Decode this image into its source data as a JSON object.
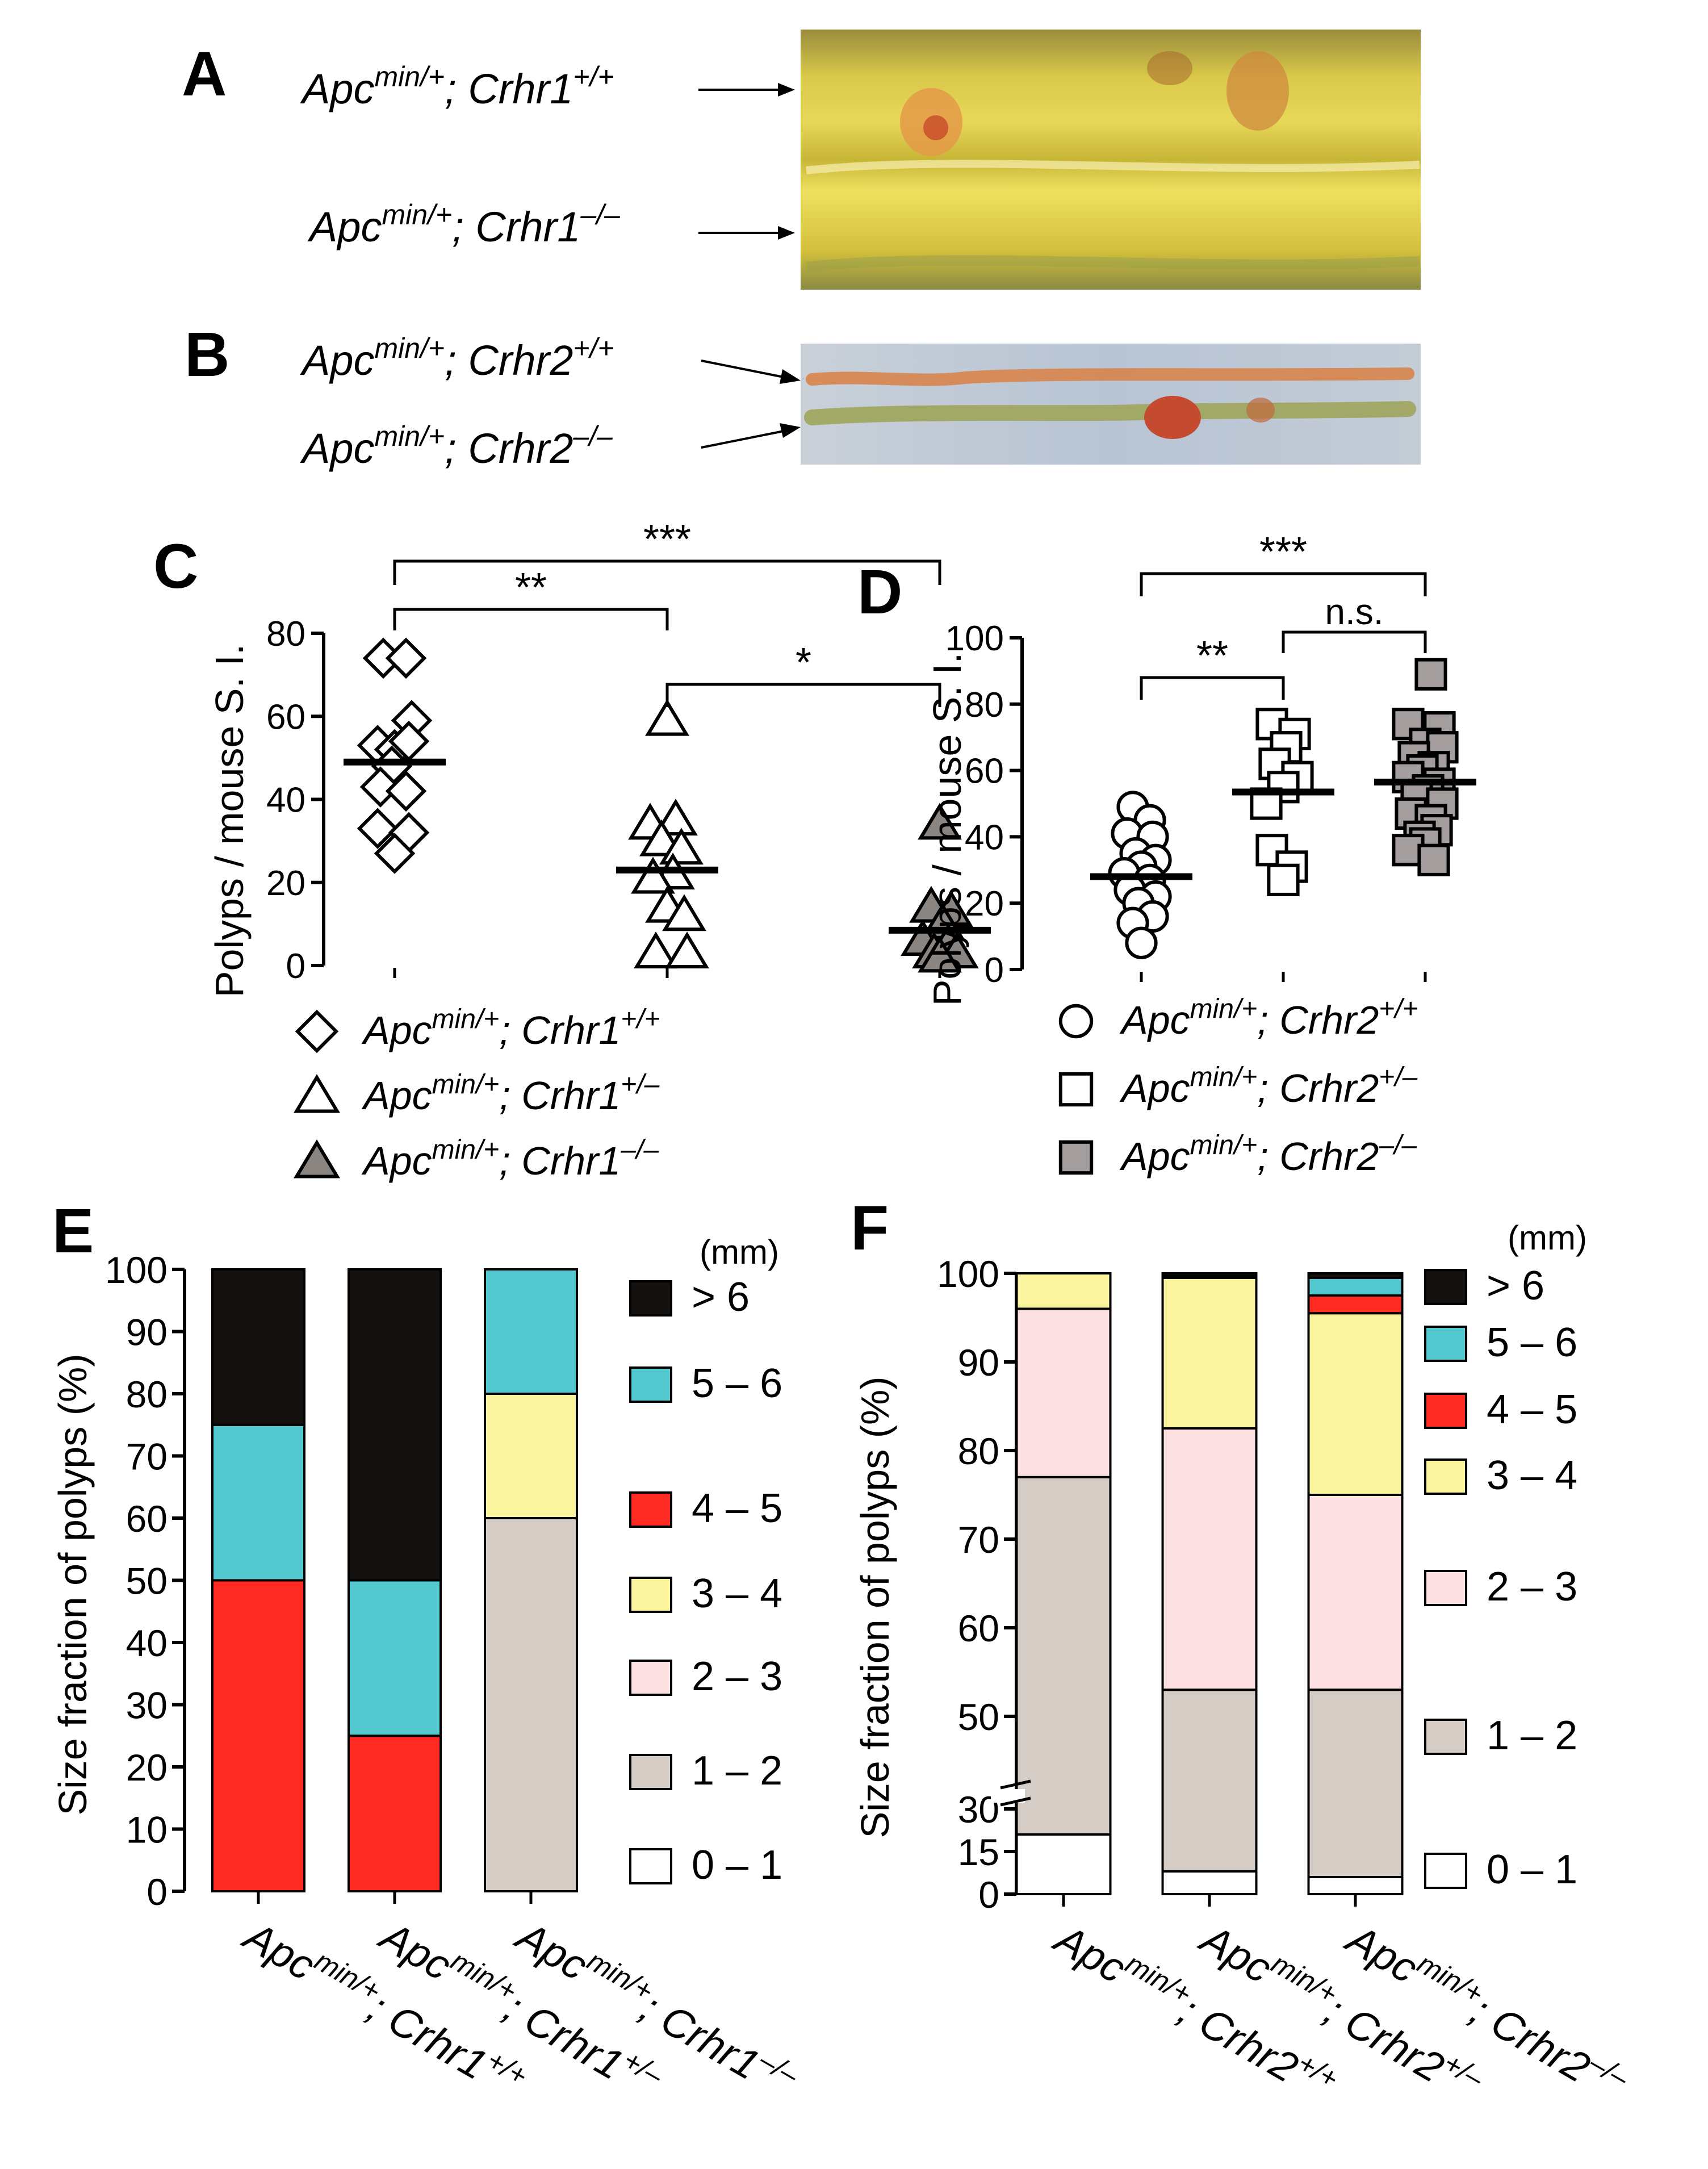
{
  "panels": {
    "A": {
      "letter": "A",
      "labels": [
        {
          "base": "Apc",
          "sup1": "min/+",
          "sep": "; ",
          "gene": "Crhr1",
          "sup2": "+/+"
        },
        {
          "base": "Apc",
          "sup1": "min/+",
          "sep": "; ",
          "gene": "Crhr1",
          "sup2": "–/–"
        }
      ]
    },
    "B": {
      "letter": "B",
      "labels": [
        {
          "base": "Apc",
          "sup1": "min/+",
          "sep": "; ",
          "gene": "Crhr2",
          "sup2": "+/+"
        },
        {
          "base": "Apc",
          "sup1": "min/+",
          "sep": "; ",
          "gene": "Crhr2",
          "sup2": "–/–"
        }
      ]
    }
  },
  "chart_data": [
    {
      "panel": "C",
      "type": "scatter",
      "ylabel": "Polyps / mouse S. I.",
      "ylim": [
        0,
        80
      ],
      "yticks": [
        0,
        20,
        40,
        60,
        80
      ],
      "groups": [
        {
          "name": "Apc min/+; Crhr1 +/+",
          "legend": {
            "base": "Apc",
            "sup1": "min/+",
            "sep": "; ",
            "gene": "Crhr1",
            "sup2": "+/+"
          },
          "marker": "diamond",
          "fill": "#ffffff",
          "points": [
            [
              -0.2,
              74
            ],
            [
              0.2,
              74
            ],
            [
              0.3,
              59
            ],
            [
              -0.3,
              53
            ],
            [
              0,
              52
            ],
            [
              0.25,
              54
            ],
            [
              -0.05,
              48
            ],
            [
              -0.25,
              43
            ],
            [
              0.2,
              42
            ],
            [
              -0.3,
              33
            ],
            [
              0.25,
              32
            ],
            [
              0,
              27
            ]
          ],
          "mean": 49
        },
        {
          "name": "Apc min/+; Crhr1 +/–",
          "legend": {
            "base": "Apc",
            "sup1": "min/+",
            "sep": "; ",
            "gene": "Crhr1",
            "sup2": "+/–"
          },
          "marker": "triangle",
          "fill": "#ffffff",
          "points": [
            [
              0,
              59
            ],
            [
              -0.3,
              34
            ],
            [
              0.15,
              35
            ],
            [
              -0.1,
              30
            ],
            [
              0.25,
              28
            ],
            [
              0.1,
              22
            ],
            [
              -0.25,
              21
            ],
            [
              0,
              14
            ],
            [
              0.3,
              12
            ],
            [
              -0.2,
              3
            ],
            [
              0.35,
              3
            ]
          ],
          "mean": 23
        },
        {
          "name": "Apc min/+; Crhr1 –/–",
          "legend": {
            "base": "Apc",
            "sup1": "min/+",
            "sep": "; ",
            "gene": "Crhr1",
            "sup2": "–/–"
          },
          "marker": "triangle",
          "fill": "#8a8580",
          "points": [
            [
              0,
              34
            ],
            [
              -0.15,
              14
            ],
            [
              0.2,
              13
            ],
            [
              0.05,
              10
            ],
            [
              -0.3,
              6
            ],
            [
              0.15,
              5
            ],
            [
              -0.1,
              3
            ],
            [
              0.3,
              3
            ],
            [
              0,
              2
            ]
          ],
          "mean": 8.5
        }
      ],
      "significance": [
        {
          "from": 0,
          "to": 1,
          "label": "**"
        },
        {
          "from": 0,
          "to": 2,
          "label": "***"
        },
        {
          "from": 1,
          "to": 2,
          "label": "*"
        }
      ]
    },
    {
      "panel": "D",
      "type": "scatter",
      "ylabel": "Polyps / mouse S. I.",
      "ylim": [
        0,
        100
      ],
      "yticks": [
        0,
        20,
        40,
        60,
        80,
        100
      ],
      "groups": [
        {
          "name": "Apc min/+; Crhr2 +/+",
          "legend": {
            "base": "Apc",
            "sup1": "min/+",
            "sep": "; ",
            "gene": "Crhr2",
            "sup2": "+/+"
          },
          "marker": "circle",
          "fill": "#ffffff",
          "points": [
            [
              -0.15,
              49
            ],
            [
              0.15,
              45
            ],
            [
              -0.25,
              41
            ],
            [
              0.2,
              40
            ],
            [
              -0.1,
              35
            ],
            [
              0.25,
              33
            ],
            [
              0,
              31
            ],
            [
              -0.3,
              29
            ],
            [
              0.15,
              27
            ],
            [
              -0.2,
              24
            ],
            [
              0.25,
              22
            ],
            [
              -0.05,
              20
            ],
            [
              0.2,
              16
            ],
            [
              -0.15,
              14
            ],
            [
              0,
              8
            ]
          ],
          "mean": 28
        },
        {
          "name": "Apc min/+; Crhr2 +/–",
          "legend": {
            "base": "Apc",
            "sup1": "min/+",
            "sep": "; ",
            "gene": "Crhr2",
            "sup2": "+/–"
          },
          "marker": "square",
          "fill": "#ffffff",
          "points": [
            [
              -0.2,
              74
            ],
            [
              0.2,
              71
            ],
            [
              0.05,
              67
            ],
            [
              -0.15,
              62
            ],
            [
              0.25,
              58
            ],
            [
              0,
              55
            ],
            [
              -0.3,
              50
            ],
            [
              -0.2,
              36
            ],
            [
              0.15,
              31
            ],
            [
              0,
              27
            ]
          ],
          "mean": 53.5
        },
        {
          "name": "Apc min/+; Crhr2 –/–",
          "legend": {
            "base": "Apc",
            "sup1": "min/+",
            "sep": "; ",
            "gene": "Crhr2",
            "sup2": "–/–"
          },
          "marker": "square",
          "fill": "#a39d9d",
          "points": [
            [
              0.1,
              89
            ],
            [
              -0.3,
              74
            ],
            [
              0.25,
              73
            ],
            [
              0,
              68
            ],
            [
              0.3,
              67
            ],
            [
              -0.2,
              64
            ],
            [
              0.15,
              61
            ],
            [
              -0.05,
              60
            ],
            [
              -0.3,
              58
            ],
            [
              0.25,
              56
            ],
            [
              0.05,
              54
            ],
            [
              -0.15,
              52
            ],
            [
              0.3,
              50
            ],
            [
              -0.25,
              47
            ],
            [
              0.1,
              45
            ],
            [
              0.2,
              42
            ],
            [
              -0.1,
              40
            ],
            [
              0,
              38
            ],
            [
              -0.3,
              36
            ],
            [
              0.15,
              33
            ]
          ],
          "mean": 56.5
        }
      ],
      "significance": [
        {
          "from": 0,
          "to": 1,
          "label": "**"
        },
        {
          "from": 0,
          "to": 2,
          "label": "***"
        },
        {
          "from": 1,
          "to": 2,
          "label": "n.s."
        }
      ]
    },
    {
      "panel": "E",
      "type": "bar",
      "stacked": true,
      "ylabel": "Size fraction of polyps (%)",
      "ylim": [
        0,
        100
      ],
      "yticks": [
        0,
        10,
        20,
        30,
        40,
        50,
        60,
        70,
        80,
        90,
        100
      ],
      "categories": [
        {
          "base": "Apc",
          "sup1": "min/+",
          "sep": "; ",
          "gene": "Crhr1",
          "sup2": "+/+"
        },
        {
          "base": "Apc",
          "sup1": "min/+",
          "sep": "; ",
          "gene": "Crhr1",
          "sup2": "+/–"
        },
        {
          "base": "Apc",
          "sup1": "min/+",
          "sep": "; ",
          "gene": "Crhr1",
          "sup2": "–/–"
        }
      ],
      "legend_title": "(mm)",
      "series": [
        {
          "name": "0 – 1",
          "color": "#ffffff",
          "values": [
            0,
            0,
            0
          ]
        },
        {
          "name": "1 – 2",
          "color": "#d6ccc6",
          "values": [
            0,
            0,
            60
          ]
        },
        {
          "name": "2 – 3",
          "color": "#fde0e1",
          "values": [
            0,
            0,
            0
          ]
        },
        {
          "name": "3 – 4",
          "color": "#fbf49e",
          "values": [
            0,
            0,
            20
          ]
        },
        {
          "name": "4 – 5",
          "color": "#ff2b22",
          "values": [
            50,
            25,
            0
          ]
        },
        {
          "name": "5 – 6",
          "color": "#53c8cf",
          "values": [
            25,
            25,
            20
          ]
        },
        {
          "name": "> 6",
          "color": "#14110e",
          "values": [
            25,
            50,
            0
          ]
        }
      ]
    },
    {
      "panel": "F",
      "type": "bar",
      "stacked": true,
      "ylabel": "Size fraction of polyps (%)",
      "ylim": [
        0,
        100
      ],
      "axis_break": [
        30,
        45
      ],
      "yticks": [
        0,
        15,
        30,
        50,
        60,
        70,
        80,
        90,
        100
      ],
      "categories": [
        {
          "base": "Apc",
          "sup1": "min/+",
          "sep": "; ",
          "gene": "Crhr2",
          "sup2": "+/+"
        },
        {
          "base": "Apc",
          "sup1": "min/+",
          "sep": "; ",
          "gene": "Crhr2",
          "sup2": "+/–"
        },
        {
          "base": "Apc",
          "sup1": "min/+",
          "sep": "; ",
          "gene": "Crhr2",
          "sup2": "–/–"
        }
      ],
      "legend_title": "(mm)",
      "series": [
        {
          "name": "0 – 1",
          "color": "#ffffff",
          "values": [
            21,
            8,
            6
          ]
        },
        {
          "name": "1 – 2",
          "color": "#d6ccc6",
          "values": [
            56,
            45,
            47
          ]
        },
        {
          "name": "2 – 3",
          "color": "#fde0e1",
          "values": [
            19,
            29.5,
            22
          ]
        },
        {
          "name": "3 – 4",
          "color": "#fbf49e",
          "values": [
            4,
            17,
            20.5
          ]
        },
        {
          "name": "4 – 5",
          "color": "#ff2b22",
          "values": [
            0,
            0,
            2
          ]
        },
        {
          "name": "5 – 6",
          "color": "#53c8cf",
          "values": [
            0,
            0.2,
            2
          ]
        },
        {
          "name": "> 6",
          "color": "#14110e",
          "values": [
            0,
            0.3,
            0.5
          ]
        }
      ]
    }
  ]
}
